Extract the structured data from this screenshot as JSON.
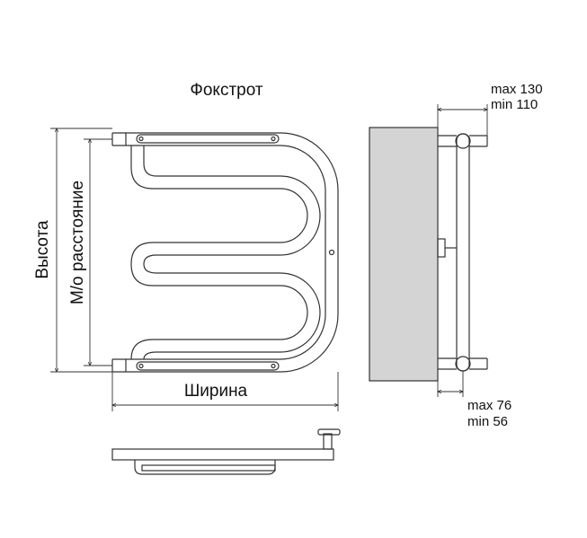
{
  "title": "Фокстрот",
  "labels": {
    "height": "Высота",
    "center_distance": "М/о расстояние",
    "width": "Ширина"
  },
  "side_view": {
    "top_offset_max": "max 130",
    "top_offset_min": "min 110",
    "bottom_offset_max": "max 76",
    "bottom_offset_min": "min 56"
  },
  "colors": {
    "wall": "#d4d4d4",
    "line": "#333333"
  }
}
